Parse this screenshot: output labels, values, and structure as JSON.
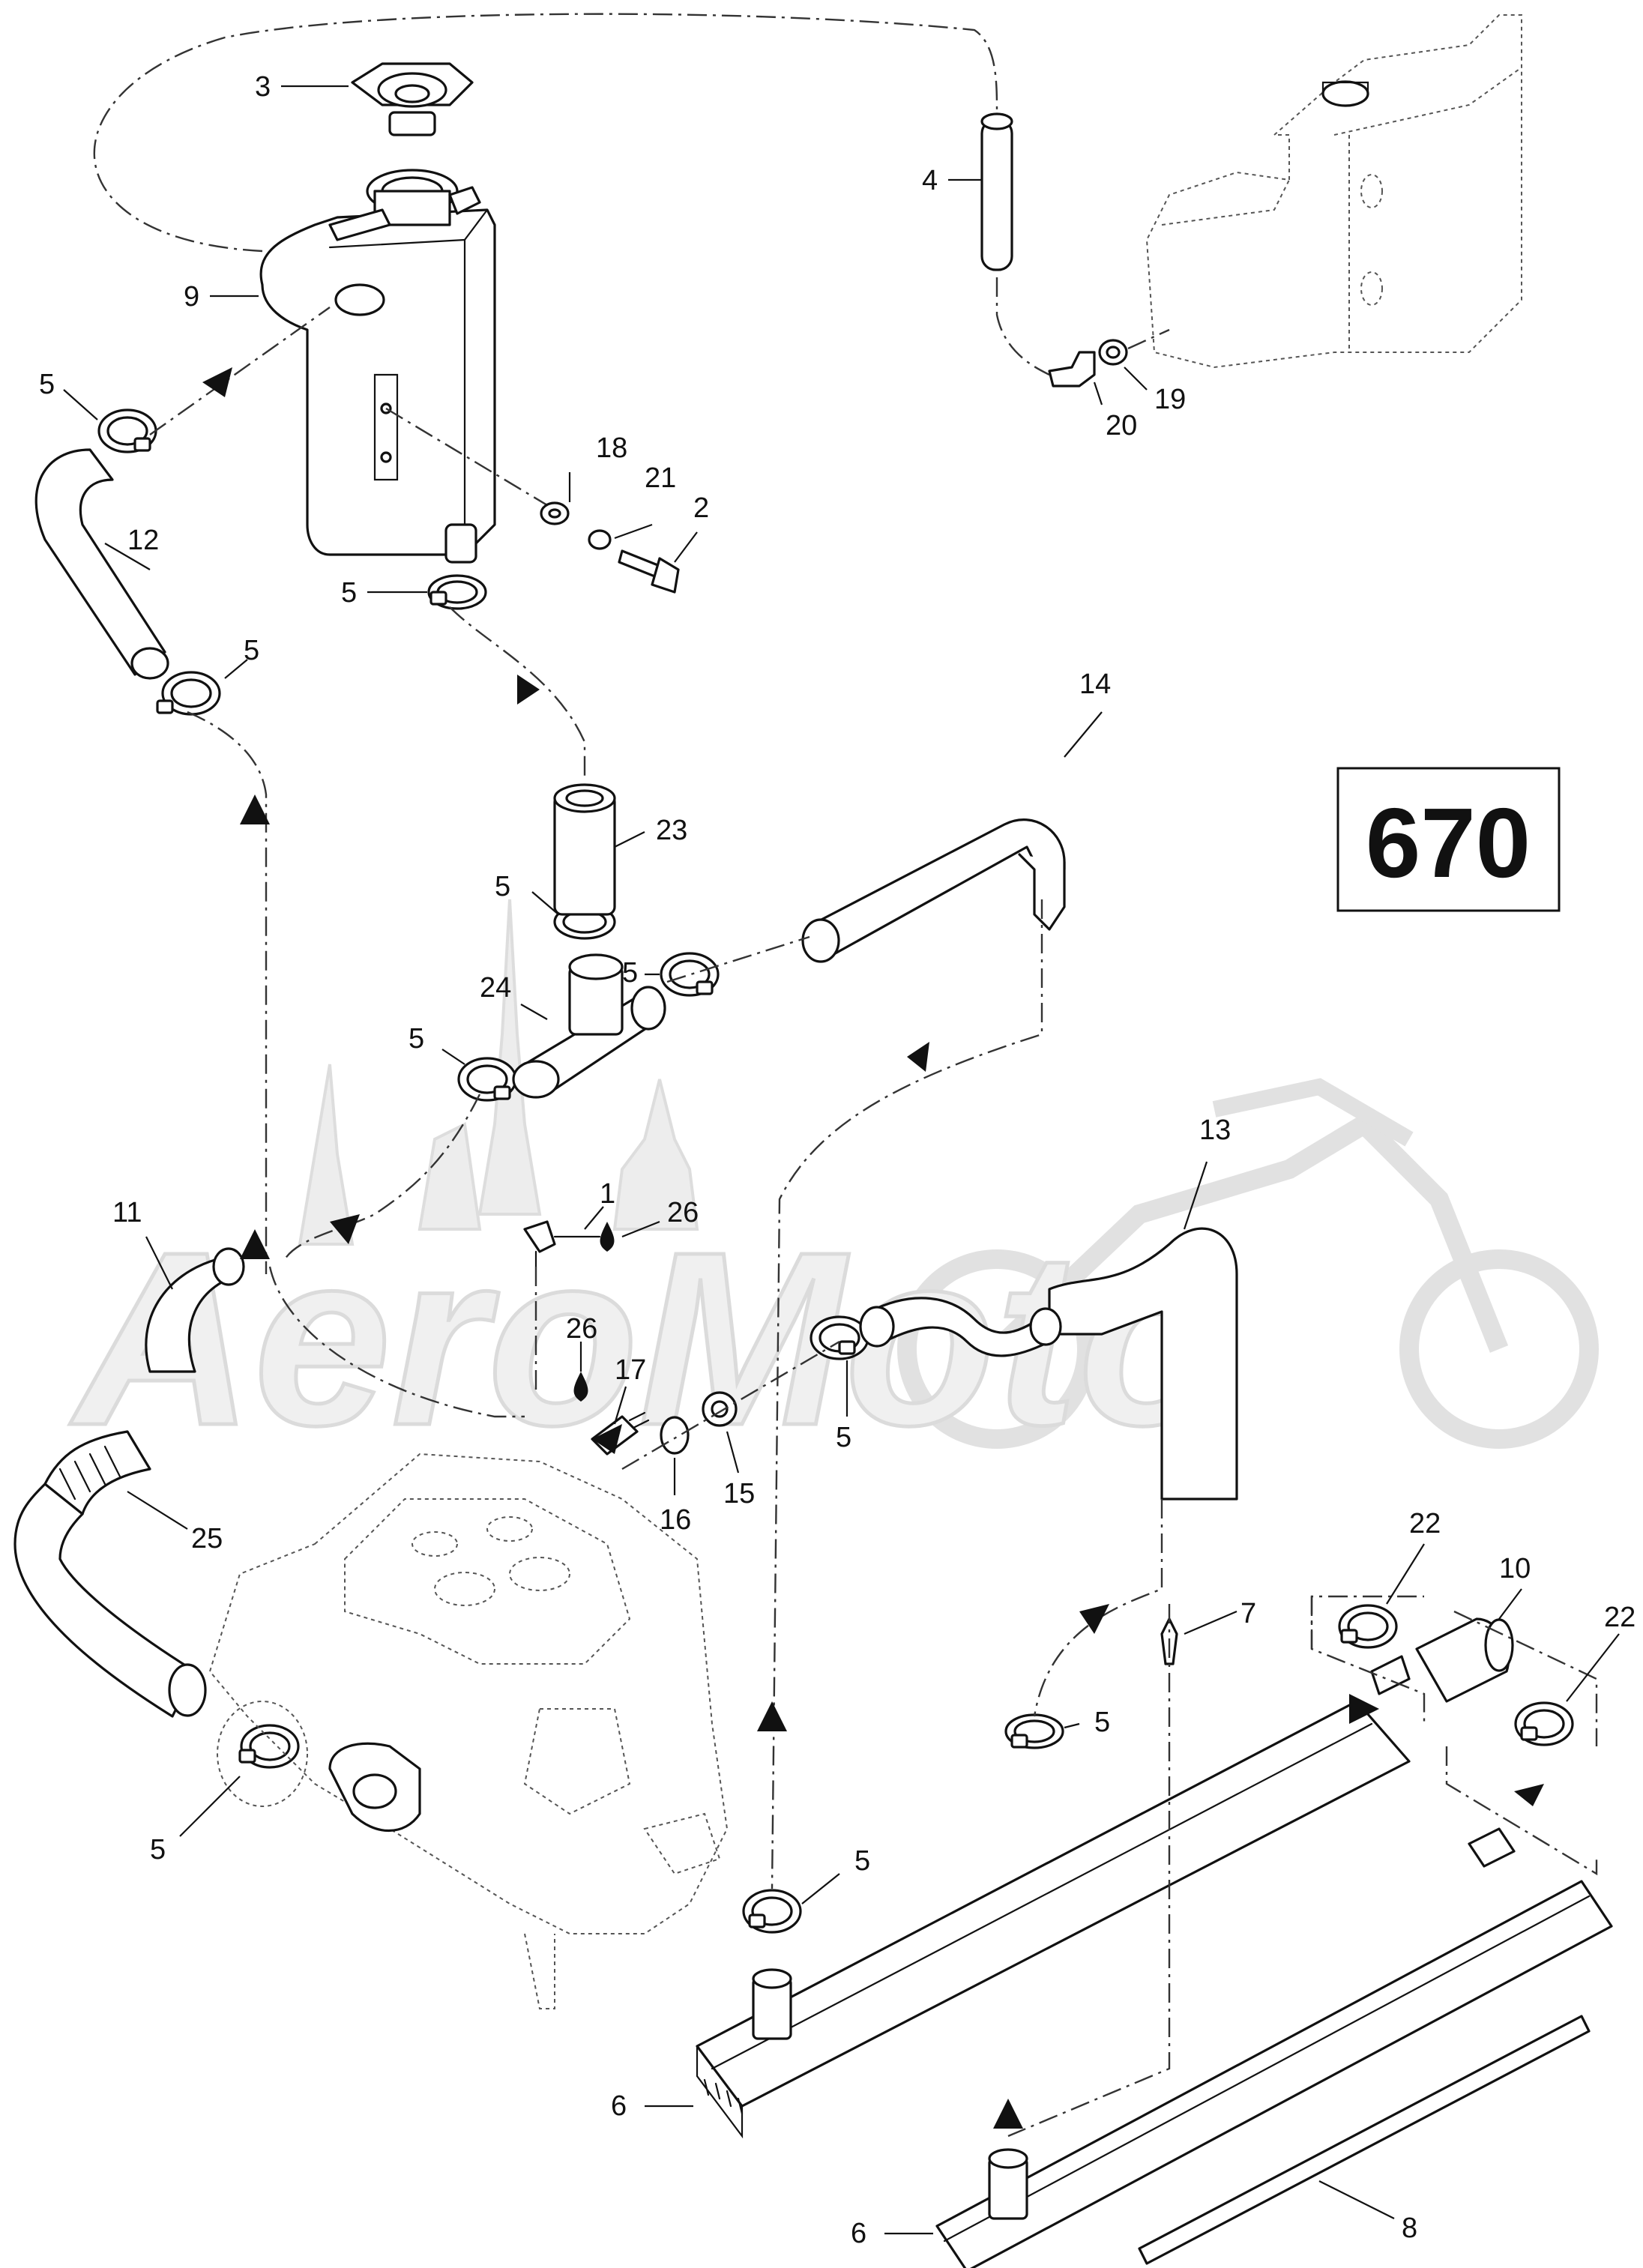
{
  "model_number": "670",
  "watermark_text": "AeroMoto",
  "callouts": [
    {
      "id": "c3",
      "label": "3"
    },
    {
      "id": "c4",
      "label": "4"
    },
    {
      "id": "c9",
      "label": "9"
    },
    {
      "id": "c5a",
      "label": "5"
    },
    {
      "id": "c12",
      "label": "12"
    },
    {
      "id": "c18",
      "label": "18"
    },
    {
      "id": "c21",
      "label": "21"
    },
    {
      "id": "c2",
      "label": "2"
    },
    {
      "id": "c5b",
      "label": "5"
    },
    {
      "id": "c5c",
      "label": "5"
    },
    {
      "id": "c20",
      "label": "20"
    },
    {
      "id": "c19",
      "label": "19"
    },
    {
      "id": "c14",
      "label": "14"
    },
    {
      "id": "c23",
      "label": "23"
    },
    {
      "id": "c5d",
      "label": "5"
    },
    {
      "id": "c5e",
      "label": "5"
    },
    {
      "id": "c24",
      "label": "24"
    },
    {
      "id": "c5f",
      "label": "5"
    },
    {
      "id": "c13",
      "label": "13"
    },
    {
      "id": "c11",
      "label": "11"
    },
    {
      "id": "c1",
      "label": "1"
    },
    {
      "id": "c26a",
      "label": "26"
    },
    {
      "id": "c26b",
      "label": "26"
    },
    {
      "id": "c17",
      "label": "17"
    },
    {
      "id": "c16",
      "label": "16"
    },
    {
      "id": "c15",
      "label": "15"
    },
    {
      "id": "c5g",
      "label": "5"
    },
    {
      "id": "c25",
      "label": "25"
    },
    {
      "id": "c22a",
      "label": "22"
    },
    {
      "id": "c10",
      "label": "10"
    },
    {
      "id": "c22b",
      "label": "22"
    },
    {
      "id": "c7",
      "label": "7"
    },
    {
      "id": "c5h",
      "label": "5"
    },
    {
      "id": "c5i",
      "label": "5"
    },
    {
      "id": "c5j",
      "label": "5"
    },
    {
      "id": "c6a",
      "label": "6"
    },
    {
      "id": "c6b",
      "label": "6"
    },
    {
      "id": "c8",
      "label": "8"
    }
  ]
}
